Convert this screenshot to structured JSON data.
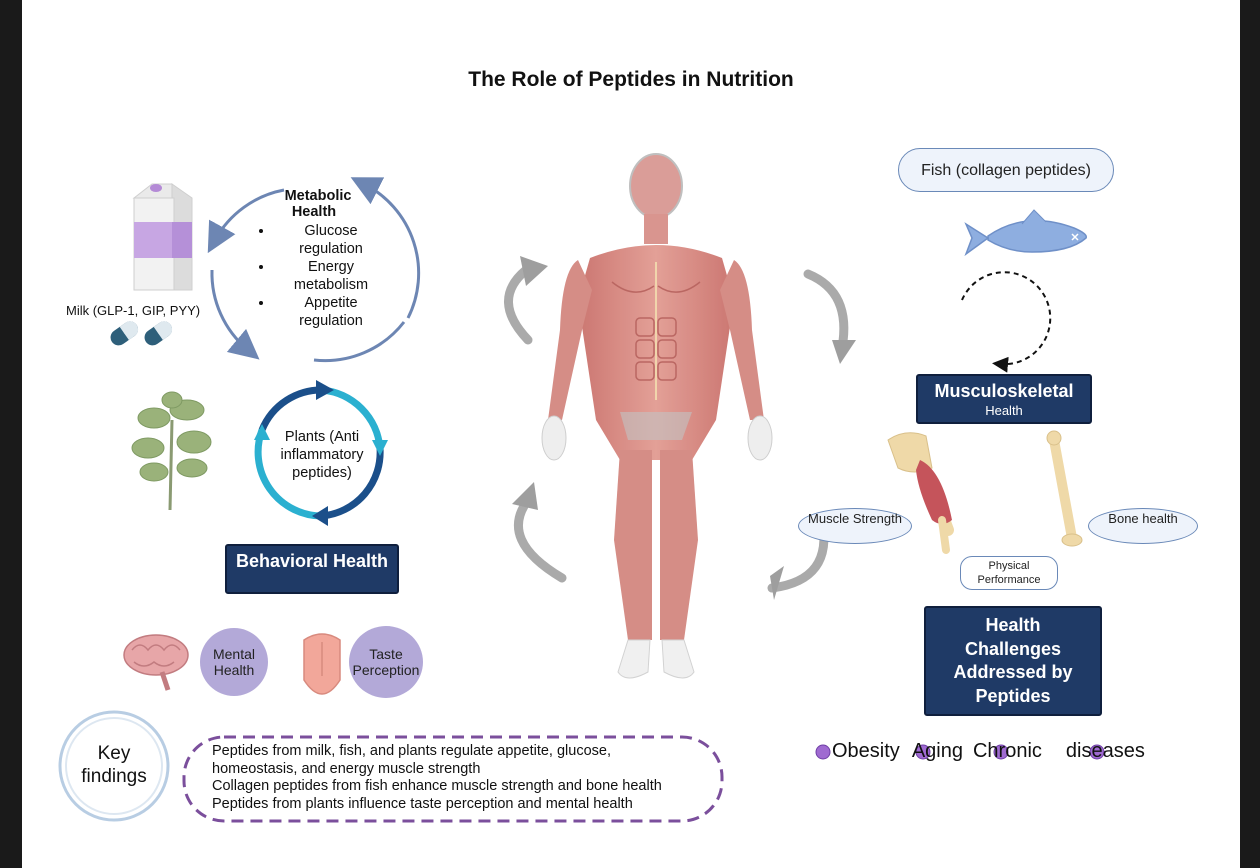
{
  "title": "The Role of Peptides in Nutrition",
  "metabolic": {
    "heading_line1": "Metabolic",
    "heading_line2": "Health",
    "items": [
      "Glucose regulation",
      "Energy metabolism",
      "Appetite regulation"
    ]
  },
  "milk_label": "Milk (GLP-1, GIP, PYY)",
  "plants_label": "Plants (Anti inflammatory peptides)",
  "behavioral_label": "Behavioral Health",
  "mental_health_label": "Mental Health",
  "taste_label": "Taste Perception",
  "key_findings": {
    "label": "Key findings",
    "lines": [
      "Peptides from milk, fish, and plants regulate appetite, glucose,",
      "homeostasis, and energy muscle strength",
      "Collagen peptides from fish enhance muscle strength and bone health",
      "Peptides from plants influence taste perception and mental health"
    ]
  },
  "fish_label": "Fish (collagen peptides)",
  "musculoskeletal": {
    "title": "Musculoskeletal",
    "subtitle": "Health"
  },
  "muscle_strength_label": "Muscle Strength",
  "bone_health_label": "Bone health",
  "physical_performance_label": "Physical Performance",
  "challenges_label": "Health Challenges Addressed by Peptides",
  "legend": [
    "Obesity",
    "Aging",
    "Chronic",
    "diseases"
  ],
  "colors": {
    "navy": "#1f3a66",
    "purple": "#b3a9d8",
    "muscle": "#d98b84",
    "cycle_dark": "#1b4f8a",
    "cycle_light": "#2bb0d0"
  }
}
